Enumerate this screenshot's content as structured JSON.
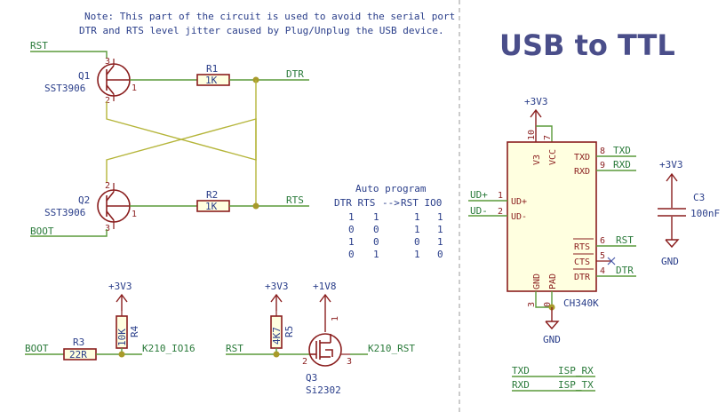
{
  "title": "USB to TTL",
  "note": {
    "line1": "Note: This part of the circuit is used to avoid the serial port",
    "line2": "DTR and RTS level jitter caused by Plug/Unplug the USB device."
  },
  "nets": {
    "rst_top": "RST",
    "boot_left": "BOOT",
    "dtr": "DTR",
    "rts": "RTS",
    "boot_r3": "BOOT",
    "rst_q3": "RST",
    "k210_io16": "K210_IO16",
    "k210_rst": "K210_RST",
    "ud_plus": "UD+",
    "ud_minus": "UD-"
  },
  "components": {
    "q1_ref": "Q1",
    "q1_val": "SST3906",
    "q2_ref": "Q2",
    "q2_val": "SST3906",
    "r1_ref": "R1",
    "r1_val": "1K",
    "r2_ref": "R2",
    "r2_val": "1K",
    "r3_ref": "R3",
    "r3_val": "22R",
    "r4_ref": "R4",
    "r4_val": "10K",
    "r5_ref": "R5",
    "r5_val": "4K7",
    "q3_ref": "Q3",
    "q3_val": "Si2302",
    "c3_ref": "C3",
    "c3_val": "100nF",
    "u_val": "CH340K"
  },
  "power": {
    "v33_a": "+3V3",
    "v33_b": "+3V3",
    "v33_c": "+3V3",
    "v33_d": "+3V3",
    "v18": "+1V8",
    "gnd_a": "GND",
    "gnd_b": "GND"
  },
  "pin_numbers": {
    "q1_3": "3",
    "q1_2": "2",
    "q1_1": "1",
    "q2_2": "2",
    "q2_3": "3",
    "q2_1": "1",
    "q3_1": "1",
    "q3_2": "2",
    "q3_3": "3",
    "u_10": "10",
    "u_7": "7",
    "u_1": "1",
    "u_2": "2",
    "u_3": "3",
    "u_0": "0",
    "u_8": "8",
    "u_9": "9",
    "u_6": "6",
    "u_5": "5",
    "u_4": "4"
  },
  "chip_pins": {
    "v3": "V3",
    "vcc": "VCC",
    "ud_p": "UD+",
    "ud_m": "UD-",
    "txd": "TXD",
    "rxd": "RXD",
    "rts": "RTS",
    "cts": "CTS",
    "dtr": "DTR",
    "gnd": "GND",
    "pad": "PAD"
  },
  "chip_nets": {
    "txd": "TXD",
    "rxd": "RXD",
    "rst": "RST",
    "dtr": "DTR"
  },
  "auto_program": {
    "title": "Auto program",
    "header_left": "DTR RTS",
    "header_arrow": "-->",
    "header_right": "RST IO0",
    "rows": [
      [
        "1",
        "1",
        "1",
        "1"
      ],
      [
        "0",
        "0",
        "1",
        "1"
      ],
      [
        "1",
        "0",
        "0",
        "1"
      ],
      [
        "0",
        "1",
        "1",
        "0"
      ]
    ]
  },
  "isp_map": [
    {
      "from": "TXD",
      "to": "ISP_RX"
    },
    {
      "from": "RXD",
      "to": "ISP_TX"
    }
  ]
}
